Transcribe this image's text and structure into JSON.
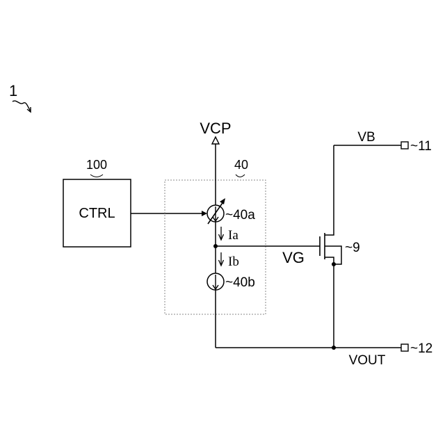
{
  "figure": {
    "ref": "1"
  },
  "controller": {
    "ref": "100",
    "label": "CTRL"
  },
  "current_source_block": {
    "ref": "40",
    "variable_source_ref": "~40a",
    "fixed_source_ref": "~40b"
  },
  "currents": {
    "ia": "Ia",
    "ib": "Ib"
  },
  "nodes": {
    "supply": "VCP",
    "gate": "VG",
    "bias": "VB",
    "output": "VOUT"
  },
  "transistor": {
    "ref": "~9"
  },
  "terminals": {
    "bias_ref": "~11",
    "output_ref": "~12"
  },
  "colors": {
    "line": "#000000",
    "block_border": "#888888",
    "background": "#ffffff"
  }
}
